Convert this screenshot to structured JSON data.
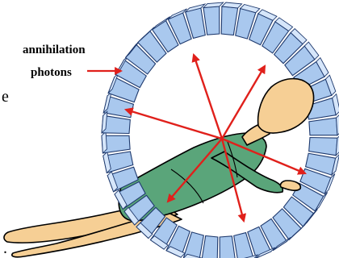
{
  "label": {
    "line1": "annihilation",
    "line2": "photons"
  },
  "colors": {
    "detector_fill": "#a9c8ee",
    "detector_top": "#d6e6fa",
    "detector_stroke": "#1f3a6e",
    "arrow": "#e0201b",
    "body_skin": "#f6cf95",
    "gown": "#5aa57a",
    "outline": "#000000"
  },
  "ring": {
    "detector_count": 40
  },
  "icons": [
    "detector-ring",
    "patient-figure",
    "photon-arrow"
  ]
}
